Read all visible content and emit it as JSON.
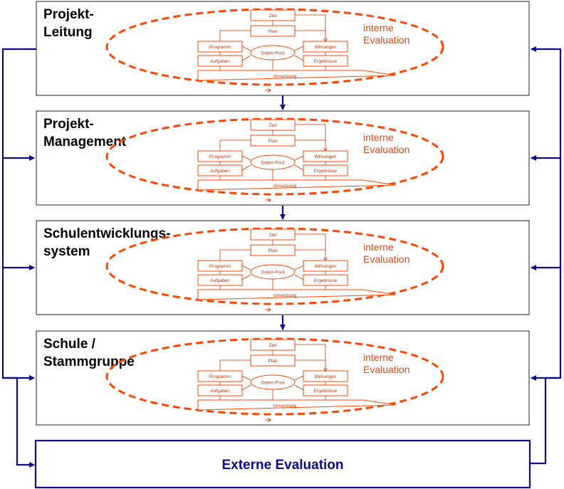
{
  "colors": {
    "navy": "#0a0a8a",
    "accent": "#ff4400",
    "mini_text": "#cc3300",
    "eval_text": "#d04a1a",
    "panel_border": "#222222"
  },
  "cycle": {
    "goal": "Ziel",
    "plan": "Plan",
    "program": "Programm",
    "tasks": "Aufgaben",
    "data_pool": "Daten-Pool",
    "effects": "Wirkungen",
    "results": "Ergebnisse",
    "implementation": "Umsetzung"
  },
  "evaluation_label": [
    "interne",
    "Evaluation"
  ],
  "levels": [
    {
      "title": [
        "Projekt-",
        "Leitung"
      ]
    },
    {
      "title": [
        "Projekt-",
        "Management"
      ]
    },
    {
      "title": [
        "Schulentwicklungs-",
        "system"
      ]
    },
    {
      "title": [
        "Schule /",
        "Stammgruppe"
      ]
    }
  ],
  "external_evaluation": "Externe Evaluation"
}
